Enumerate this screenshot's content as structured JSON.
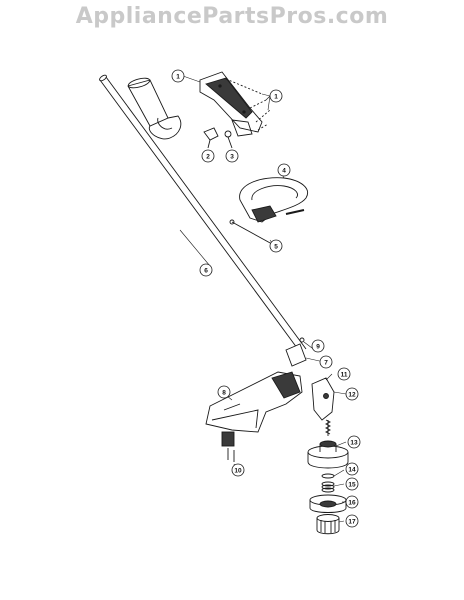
{
  "watermark": {
    "text": "AppliancePartsPros.com"
  },
  "diagram": {
    "line_color": "#1a1a1a",
    "shade_color": "#3a3a3a",
    "callouts": [
      {
        "id": "1a",
        "label": "1"
      },
      {
        "id": "1b",
        "label": "1"
      },
      {
        "id": "2",
        "label": "2"
      },
      {
        "id": "3",
        "label": "3"
      },
      {
        "id": "4",
        "label": "4"
      },
      {
        "id": "5",
        "label": "5"
      },
      {
        "id": "6",
        "label": "6"
      },
      {
        "id": "7",
        "label": "7"
      },
      {
        "id": "8",
        "label": "8"
      },
      {
        "id": "9",
        "label": "9"
      },
      {
        "id": "10",
        "label": "10"
      },
      {
        "id": "11",
        "label": "11"
      },
      {
        "id": "12",
        "label": "12"
      },
      {
        "id": "13",
        "label": "13"
      },
      {
        "id": "14",
        "label": "14"
      },
      {
        "id": "15",
        "label": "15"
      },
      {
        "id": "16",
        "label": "16"
      },
      {
        "id": "17",
        "label": "17"
      }
    ]
  }
}
